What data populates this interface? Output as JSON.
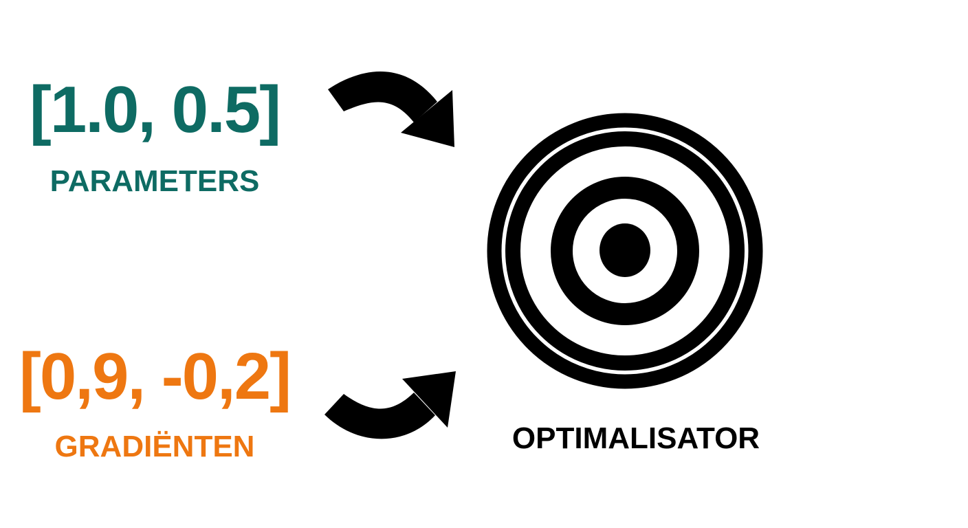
{
  "parameters": {
    "values": "[1.0, 0.5]",
    "title": "PARAMETERS",
    "color": "#0e6b63"
  },
  "gradients": {
    "values": "[0,9, -0,2]",
    "title": "GRADIËNTEN",
    "color": "#ee7711"
  },
  "optimizer": {
    "label": "OPTIMALISATOR",
    "icon": "target-icon",
    "color": "#000000"
  },
  "arrows": {
    "icon": "curved-arrow-icon",
    "color": "#000000"
  }
}
